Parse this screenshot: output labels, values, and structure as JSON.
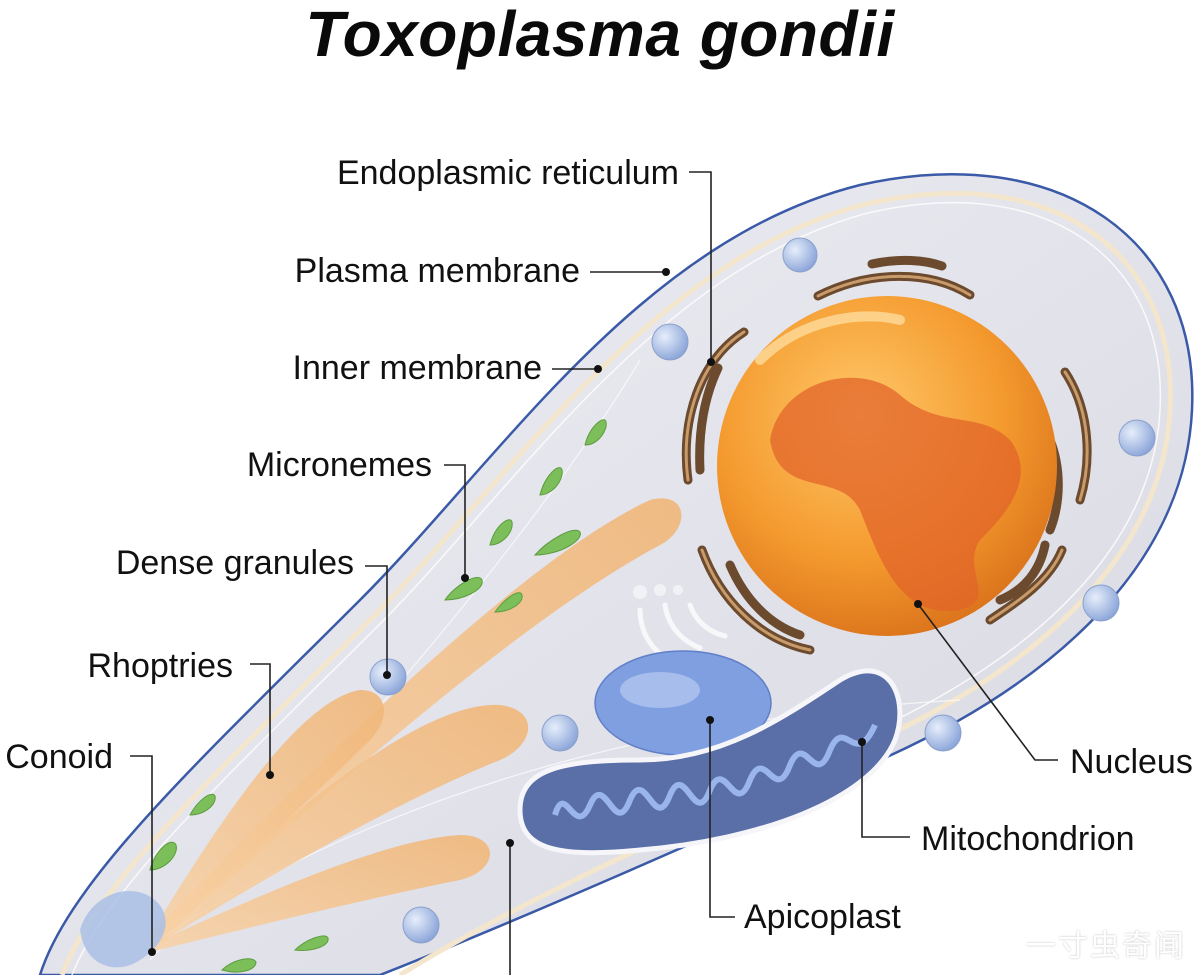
{
  "title": "Toxoplasma gondii",
  "labels": {
    "endoplasmic_reticulum": "Endoplasmic reticulum",
    "plasma_membrane": "Plasma membrane",
    "inner_membrane": "Inner membrane",
    "micronemes": "Micronemes",
    "dense_granules": "Dense granules",
    "rhoptries": "Rhoptries",
    "conoid": "Conoid",
    "nucleus": "Nucleus",
    "mitochondrion": "Mitochondrion",
    "apicoplast": "Apicoplast"
  },
  "watermark": "一寸虫奇闻",
  "colors": {
    "cell_fill": "#e4e4ec",
    "cell_outline": "#3a5aa8",
    "nucleus": "#f0962e",
    "nucleolus": "#e2642a",
    "er": "#6b4a2e",
    "rhoptries": "#f4c08a",
    "micronemes": "#7cbf5a",
    "granules": "#a9bde6",
    "apicoplast": "#7f9fe0",
    "mitochondrion": "#5a6fa8"
  }
}
